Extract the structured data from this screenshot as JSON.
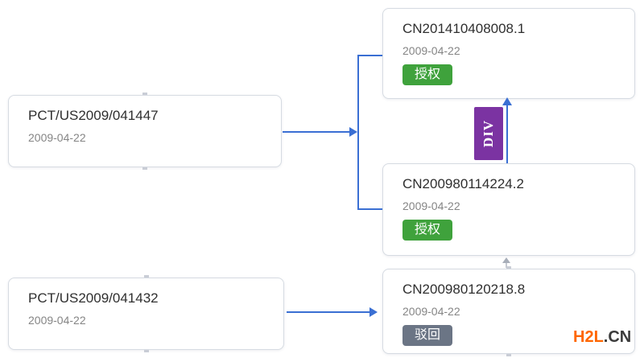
{
  "diagram": {
    "type": "patent-family-tree",
    "div_label": "DIV",
    "nodes": [
      {
        "title": "PCT/US2009/041447",
        "date": "2009-04-22"
      },
      {
        "title": "CN201410408008.1",
        "date": "2009-04-22",
        "status": "授权"
      },
      {
        "title": "CN200980114224.2",
        "date": "2009-04-22",
        "status": "授权"
      },
      {
        "title": "PCT/US2009/041432",
        "date": "2009-04-22"
      },
      {
        "title": "CN200980120218.8",
        "date": "2009-04-22",
        "status": "驳回"
      }
    ],
    "edges": [
      {
        "from": "PCT/US2009/041447",
        "to": "CN201410408008.1"
      },
      {
        "from": "PCT/US2009/041447",
        "to": "CN200980114224.2"
      },
      {
        "from": "CN200980114224.2",
        "to": "CN201410408008.1",
        "label": "DIV"
      },
      {
        "from": "PCT/US2009/041432",
        "to": "CN200980120218.8"
      }
    ],
    "colors": {
      "connector_blue": "#3a6fd3",
      "status_granted_green": "#3fa23c",
      "status_rejected_gray": "#6b7585",
      "div_label_purple": "#7b33a2",
      "card_border": "#d6dbe2"
    }
  },
  "watermark": {
    "brand": "H2L",
    "suffix": ".CN",
    "brand_color": "#ff6600",
    "suffix_color": "#3b3b3b"
  }
}
